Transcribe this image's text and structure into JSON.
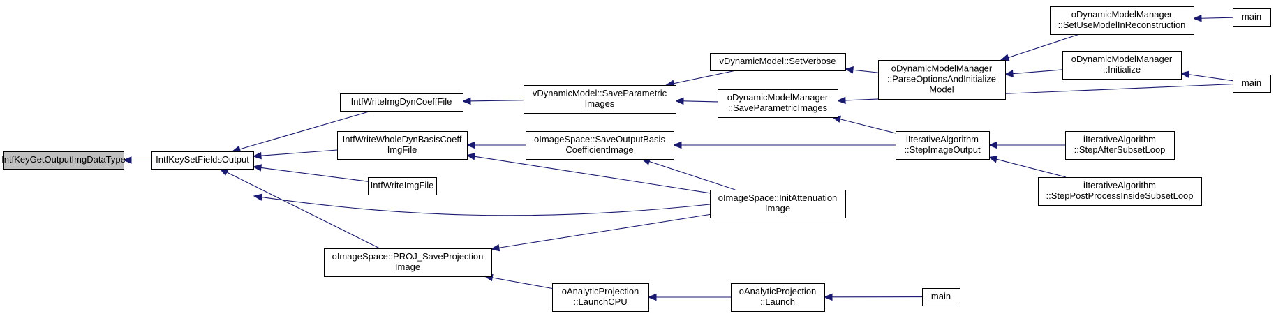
{
  "colors": {
    "edge": "#191970",
    "node_fill": "#ffffff",
    "root_fill": "#bfbfbf",
    "node_border": "#000000"
  },
  "nodes": {
    "root": [
      "IntfKeyGetOutputImgDataType"
    ],
    "setFieldsOutput": [
      "IntfKeySetFieldsOutput"
    ],
    "writeImgDynCoeffFile": [
      "IntfWriteImgDynCoeffFile"
    ],
    "writeWholeDynBasisCoeff": [
      "IntfWriteWholeDynBasisCoeff",
      "ImgFile"
    ],
    "writeImgFile": [
      "IntfWriteImgFile"
    ],
    "projSaveProjection": [
      "oImageSpace::PROJ_SaveProjection",
      "Image"
    ],
    "vdmSaveParametric": [
      "vDynamicModel::SaveParametric",
      "Images"
    ],
    "isSaveOutputBasis": [
      "oImageSpace::SaveOutputBasis",
      "CoefficientImage"
    ],
    "isInitAttenuation": [
      "oImageSpace::InitAttenuation",
      "Image"
    ],
    "apLaunchCPU": [
      "oAnalyticProjection",
      "::LaunchCPU"
    ],
    "vdmSetVerbose": [
      "vDynamicModel::SetVerbose"
    ],
    "odmmSaveParametric": [
      "oDynamicModelManager",
      "::SaveParametricImages"
    ],
    "odmmParseOptions": [
      "oDynamicModelManager",
      "::ParseOptionsAndInitialize",
      "Model"
    ],
    "iaStepImageOutput": [
      "iIterativeAlgorithm",
      "::StepImageOutput"
    ],
    "apLaunch": [
      "oAnalyticProjection",
      "::Launch"
    ],
    "odmmSetUseModel": [
      "oDynamicModelManager",
      "::SetUseModelInReconstruction"
    ],
    "odmmInitialize": [
      "oDynamicModelManager",
      "::Initialize"
    ],
    "iaStepAfterSubset": [
      "iIterativeAlgorithm",
      "::StepAfterSubsetLoop"
    ],
    "iaStepPostProcess": [
      "iIterativeAlgorithm",
      "::StepPostProcessInsideSubsetLoop"
    ],
    "main1": [
      "main"
    ],
    "main2": [
      "main"
    ],
    "main3": [
      "main"
    ]
  },
  "edges": [
    [
      "setFieldsOutput",
      "root"
    ],
    [
      "writeImgDynCoeffFile",
      "setFieldsOutput"
    ],
    [
      "writeWholeDynBasisCoeff",
      "setFieldsOutput"
    ],
    [
      "writeImgFile",
      "setFieldsOutput"
    ],
    [
      "isInitAttenuation",
      "setFieldsOutput"
    ],
    [
      "projSaveProjection",
      "setFieldsOutput"
    ],
    [
      "vdmSaveParametric",
      "writeImgDynCoeffFile"
    ],
    [
      "isSaveOutputBasis",
      "writeWholeDynBasisCoeff"
    ],
    [
      "isInitAttenuation",
      "writeWholeDynBasisCoeff"
    ],
    [
      "isInitAttenuation",
      "projSaveProjection"
    ],
    [
      "apLaunchCPU",
      "projSaveProjection"
    ],
    [
      "vdmSetVerbose",
      "vdmSaveParametric"
    ],
    [
      "odmmSaveParametric",
      "vdmSaveParametric"
    ],
    [
      "iaStepImageOutput",
      "isSaveOutputBasis"
    ],
    [
      "isInitAttenuation",
      "isSaveOutputBasis"
    ],
    [
      "apLaunch",
      "apLaunchCPU"
    ],
    [
      "odmmParseOptions",
      "vdmSetVerbose"
    ],
    [
      "main2",
      "odmmSaveParametric"
    ],
    [
      "iaStepImageOutput",
      "odmmSaveParametric"
    ],
    [
      "main3",
      "apLaunch"
    ],
    [
      "odmmSetUseModel",
      "odmmParseOptions"
    ],
    [
      "odmmInitialize",
      "odmmParseOptions"
    ],
    [
      "iaStepAfterSubset",
      "iaStepImageOutput"
    ],
    [
      "iaStepPostProcess",
      "iaStepImageOutput"
    ],
    [
      "main1",
      "odmmSetUseModel"
    ],
    [
      "main2",
      "odmmInitialize"
    ]
  ]
}
